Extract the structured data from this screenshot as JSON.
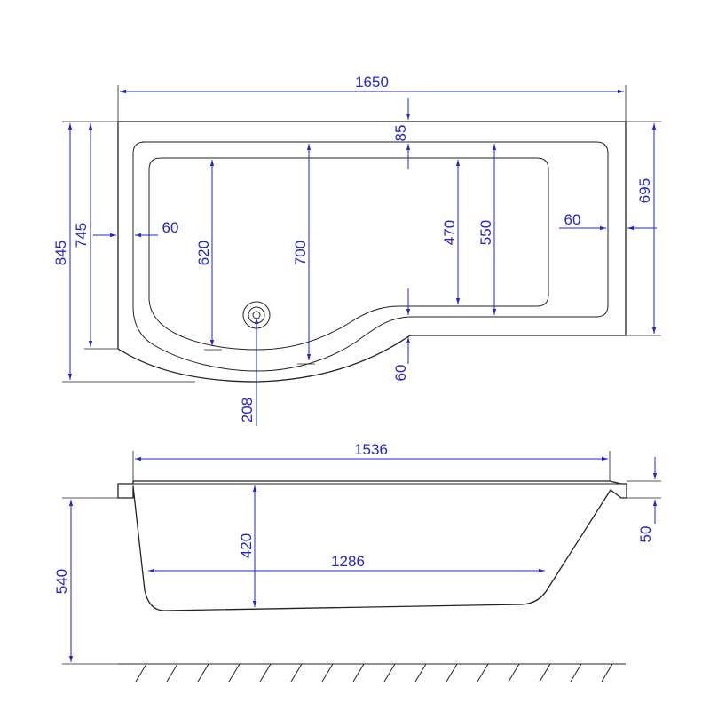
{
  "colors": {
    "dimension": "#2525c8",
    "outline": "#222222",
    "background": "#ffffff"
  },
  "arrow_icon": "dimension-arrowhead",
  "top_view": {
    "dims": {
      "overall_length": "1650",
      "back_rim": "85",
      "overall_width": "845",
      "width_at_step": "745",
      "left_rim": "60",
      "basin_width_curve": "620",
      "basin_depth_700": "700",
      "basin_width_470": "470",
      "basin_width_550": "550",
      "right_rim": "60",
      "right_width": "695",
      "step_rim": "60",
      "waste_offset": "208"
    }
  },
  "side_view": {
    "dims": {
      "top_length": "1536",
      "inner_depth": "420",
      "bottom_length": "1286",
      "overall_height": "540",
      "rim_height": "50"
    }
  }
}
